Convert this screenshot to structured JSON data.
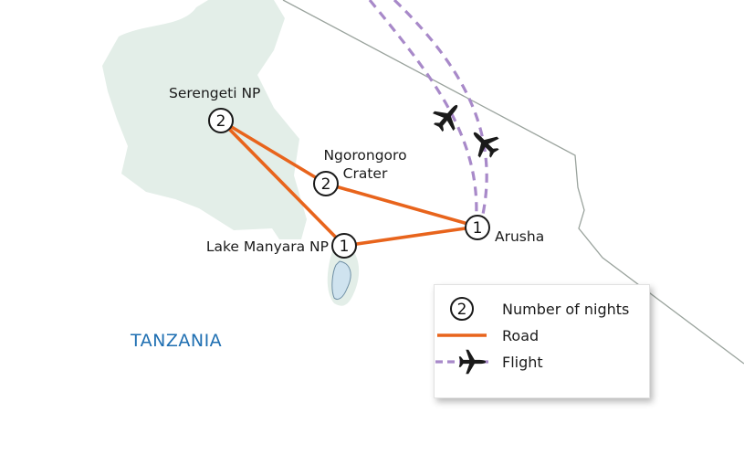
{
  "country": "TANZANIA",
  "places": {
    "serengeti": {
      "name": "Serengeti NP",
      "nights": "2"
    },
    "ngorongoro": {
      "name_line1": "Ngorongoro",
      "name_line2": "Crater",
      "nights": "2"
    },
    "manyara": {
      "name": "Lake Manyara NP",
      "nights": "1"
    },
    "arusha": {
      "name": "Arusha",
      "nights": "1"
    }
  },
  "legend": {
    "nights_symbol": "2",
    "nights_label": "Number of nights",
    "road_label": "Road",
    "flight_label": "Flight"
  },
  "colors": {
    "road": "#e8641c",
    "flight": "#a889c9",
    "park_area": "#e3eee8",
    "lake": "#cfe3ef",
    "border": "#9aa39d",
    "country_text": "#1f6fb2"
  },
  "icons": [
    "airplane-icon",
    "night-count-circle"
  ]
}
